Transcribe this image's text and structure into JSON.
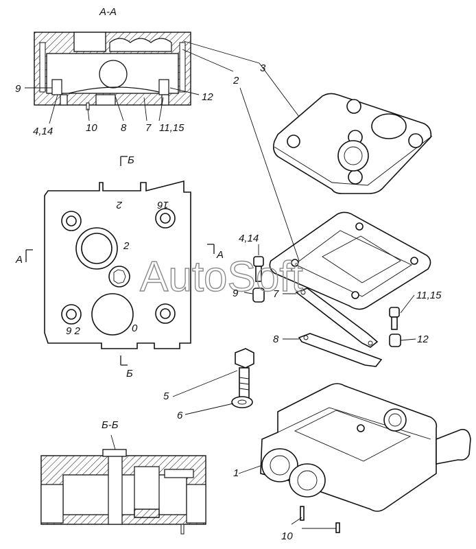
{
  "watermark": "AutoSoft",
  "sections": {
    "aa": "A-A",
    "bb": "Б-Б",
    "cut_a_left": "A",
    "cut_a_right": "A",
    "cut_b_top": "Б",
    "cut_b_bottom": "Б"
  },
  "plan_view_marks": {
    "top_left": "2",
    "top_right": "16",
    "center": "2",
    "bottom_left": "9 2",
    "bottom_right": "0"
  },
  "callouts": [
    {
      "id": "3",
      "text": "3"
    },
    {
      "id": "2",
      "text": "2"
    },
    {
      "id": "9_aa",
      "text": "9"
    },
    {
      "id": "12_aa",
      "text": "12"
    },
    {
      "id": "4_14_aa",
      "text": "4,14"
    },
    {
      "id": "10_aa",
      "text": "10"
    },
    {
      "id": "8_aa",
      "text": "8"
    },
    {
      "id": "7_aa",
      "text": "7"
    },
    {
      "id": "11_15_aa",
      "text": "11,15"
    },
    {
      "id": "4_14",
      "text": "4,14"
    },
    {
      "id": "9",
      "text": "9"
    },
    {
      "id": "7",
      "text": "7"
    },
    {
      "id": "8",
      "text": "8"
    },
    {
      "id": "11_15",
      "text": "11,15"
    },
    {
      "id": "12",
      "text": "12"
    },
    {
      "id": "5",
      "text": "5"
    },
    {
      "id": "6",
      "text": "6"
    },
    {
      "id": "1",
      "text": "1"
    },
    {
      "id": "10",
      "text": "10"
    }
  ]
}
